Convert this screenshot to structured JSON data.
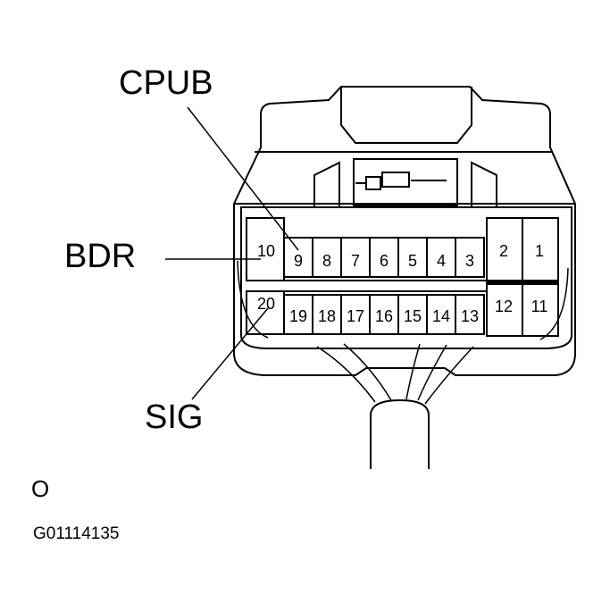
{
  "labels": {
    "cpub": "CPUB",
    "bdr": "BDR",
    "sig": "SIG",
    "view": "O",
    "figure_code": "G01114135"
  },
  "connector": {
    "top_row_pins": [
      "10",
      "9",
      "8",
      "7",
      "6",
      "5",
      "4",
      "3",
      "2",
      "1"
    ],
    "bottom_row_pins": [
      "20",
      "19",
      "18",
      "17",
      "16",
      "15",
      "14",
      "13",
      "12",
      "11"
    ]
  }
}
